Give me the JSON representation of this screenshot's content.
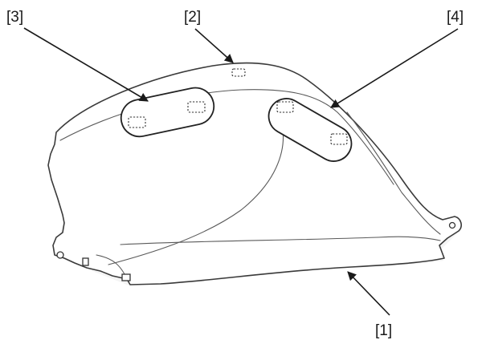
{
  "callouts": [
    {
      "id": "1",
      "label": "[1]"
    },
    {
      "id": "2",
      "label": "[2]"
    },
    {
      "id": "3",
      "label": "[3]"
    },
    {
      "id": "4",
      "label": "[4]"
    }
  ],
  "colors": {
    "line": "#3a3a3a",
    "background": "#ffffff"
  }
}
